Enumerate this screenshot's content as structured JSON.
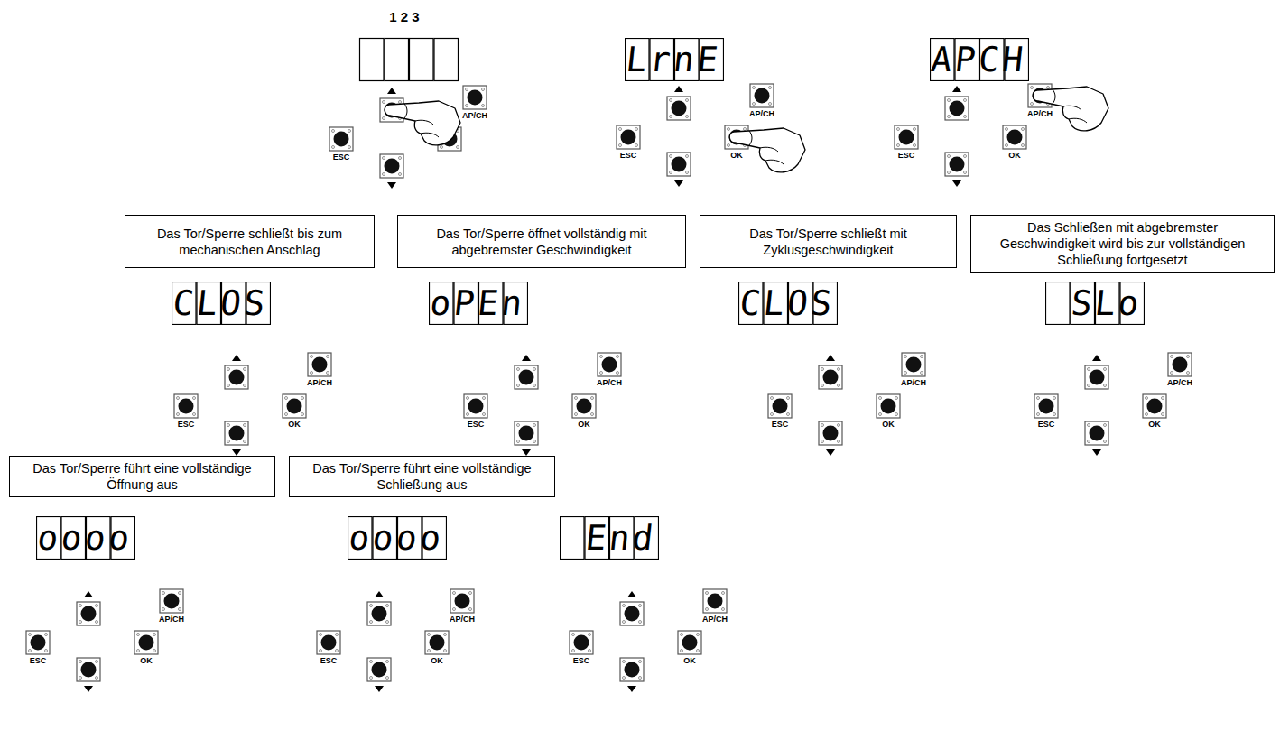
{
  "diagram": {
    "nodes": [
      {
        "text": [
          "LrnE"
        ]
      },
      {
        "text": [
          "APCH"
        ]
      },
      {
        "text": [
          "Das Tor/Sperre schließt bis zum mechanischen Anschlag"
        ]
      },
      {
        "text": [
          "Das Tor/Sperre öffnet vollständig mit abgebremster Geschwindigkeit"
        ]
      },
      {
        "text": [
          "Das Tor/Sperre schließt mit Zyklusgeschwindigkeit"
        ]
      },
      {
        "text": [
          "Das Schließen mit abgebremster Geschwindigkeit wird bis zur vollständigen Schließung fortgesetzt"
        ]
      },
      {
        "text": [
          "CLOS"
        ]
      },
      {
        "text": [
          "oPEn"
        ]
      },
      {
        "text": [
          "CLOS"
        ]
      },
      {
        "text": [
          "SLo"
        ]
      },
      {
        "text": [
          "Das Tor/Sperre führt eine vollständige Öffnung aus"
        ]
      },
      {
        "text": [
          "Das Tor/Sperre führt eine vollständige Schließung aus"
        ]
      },
      {
        "text": [
          "oooo"
        ]
      },
      {
        "text": [
          "oooo"
        ]
      },
      {
        "text": [
          "End"
        ]
      }
    ],
    "labels": [
      "1 2 3",
      "ESC",
      "AP/CH",
      "ESC",
      "OK",
      "AP/CH",
      "ESC",
      "OK",
      "AP/CH",
      "ESC",
      "OK",
      "AP/CH",
      "ESC",
      "OK",
      "AP/CH",
      "ESC",
      "OK",
      "AP/CH",
      "ESC",
      "OK",
      "AP/CH",
      "ESC",
      "OK",
      "AP/CH",
      "ESC",
      "OK",
      "AP/CH",
      "ESC",
      "OK",
      "AP/CH"
    ]
  }
}
